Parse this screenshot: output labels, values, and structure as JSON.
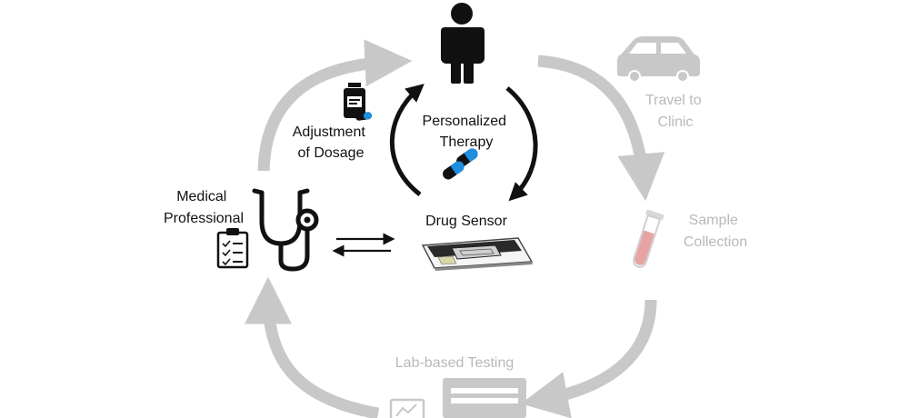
{
  "labels": {
    "personalized_therapy": [
      "Personalized",
      "Therapy"
    ],
    "adjustment_of_dosage": [
      "Adjustment",
      "of Dosage"
    ],
    "medical_professional": [
      "Medical",
      "Professional"
    ],
    "drug_sensor": "Drug Sensor",
    "travel_to_clinic": [
      "Travel to",
      "Clinic"
    ],
    "sample_collection": [
      "Sample",
      "Collection"
    ],
    "lab_based_testing": "Lab-based Testing"
  },
  "colors": {
    "active": "#111111",
    "inactive": "#c8c8c8",
    "accent_blue": "#1d8fe0",
    "blood_red": "#e8a3a3"
  },
  "icons": {
    "person": "person-icon",
    "medicine_bottle": "medicine-bottle-icon",
    "pills": "pills-icon",
    "stethoscope": "stethoscope-icon",
    "clipboard": "clipboard-icon",
    "sensor_chip": "sensor-chip-icon",
    "car": "car-icon",
    "test_tube": "test-tube-icon",
    "lab_instrument": "lab-instrument-icon",
    "monitor": "monitor-icon"
  }
}
